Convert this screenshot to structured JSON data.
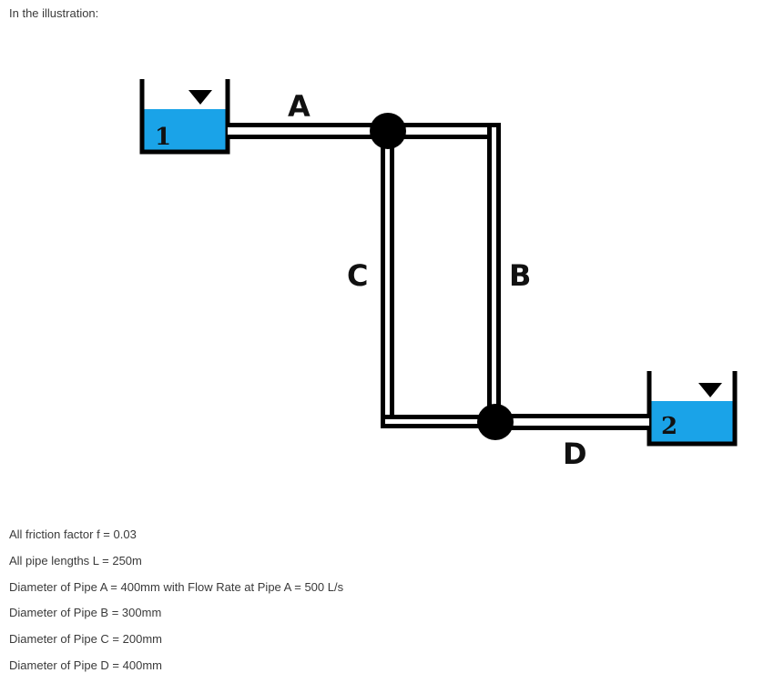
{
  "intro": "In the illustration:",
  "diagram": {
    "tank_1_label": "1",
    "tank_2_label": "2",
    "pipe_a_label": "A",
    "pipe_b_label": "B",
    "pipe_c_label": "C",
    "pipe_d_label": "D",
    "water_color": "#1aa3e8",
    "line_color": "#000000"
  },
  "params": [
    "All friction factor f = 0.03",
    "All pipe lengths L = 250m",
    "Diameter of Pipe A = 400mm with Flow Rate at Pipe A = 500 L/s",
    "Diameter of Pipe B = 300mm",
    "Diameter of Pipe C = 200mm",
    "Diameter of Pipe D = 400mm"
  ]
}
